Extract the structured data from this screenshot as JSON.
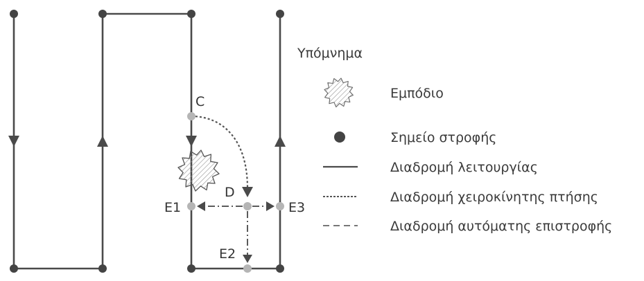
{
  "diagram": {
    "points": {
      "c": "C",
      "d": "D",
      "e1": "E1",
      "e2": "E2",
      "e3": "E3"
    },
    "obstacle_icon": "obstacle-starburst-icon",
    "turn_point_icon": "turn-point-dot-icon"
  },
  "legend": {
    "title": "Υπόμνημα",
    "items": [
      {
        "label": "Εμπόδιο",
        "icon": "obstacle-icon"
      },
      {
        "label": "Σημείο στροφής",
        "icon": "turn-point-icon"
      },
      {
        "label": "Διαδρομή λειτουργίας",
        "icon": "solid-line-icon"
      },
      {
        "label": "Διαδρομή χειροκίνητης πτήσης",
        "icon": "dotted-line-icon"
      },
      {
        "label": "Διαδρομή αυτόματης επιστροφής",
        "icon": "dashed-line-icon"
      }
    ]
  },
  "colors": {
    "path": "#4a4a4a",
    "turn_point": "#444444",
    "waypoint": "#b5b5b5",
    "text": "#333333"
  }
}
